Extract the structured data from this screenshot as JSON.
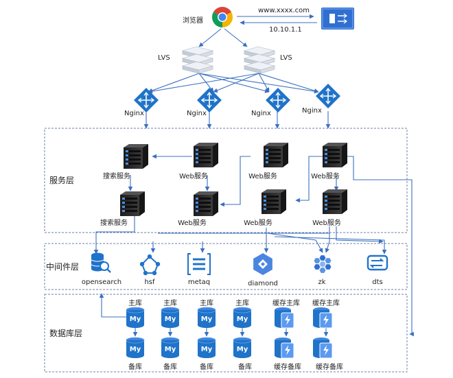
{
  "top": {
    "browser_label": "浏览器",
    "domain_label": "www.xxxx.com",
    "ip_label": "10.10.1.1"
  },
  "lvs": [
    "LVS",
    "LVS"
  ],
  "nginx": [
    "Nginx",
    "Nginx",
    "Nginx",
    "Nginx"
  ],
  "service_layer": {
    "title": "服务层",
    "servers": [
      "搜索服务",
      "Web服务",
      "Web服务",
      "Web服务",
      "搜索服务",
      "Web服务",
      "Web服务",
      "Web服务"
    ]
  },
  "middleware_layer": {
    "title": "中间件层",
    "items": [
      {
        "label": "opensearch",
        "icon": "opensearch-icon"
      },
      {
        "label": "hsf",
        "icon": "hsf-icon"
      },
      {
        "label": "metaq",
        "icon": "metaq-icon"
      },
      {
        "label": "diamond",
        "icon": "diamond-icon"
      },
      {
        "label": "zk",
        "icon": "zk-icon"
      },
      {
        "label": "dts",
        "icon": "dts-icon"
      }
    ]
  },
  "database_layer": {
    "title": "数据库层",
    "master": [
      "主库",
      "主库",
      "主库",
      "主库"
    ],
    "slave": [
      "备库",
      "备库",
      "备库",
      "备库"
    ],
    "cache_master": [
      "缓存主库",
      "缓存主库"
    ],
    "cache_slave": [
      "缓存备库",
      "缓存备库"
    ],
    "db_icon_text": "My"
  },
  "colors": {
    "line": "#3a6fc0",
    "dashed": "#6b7fa8",
    "router": "#1f73c9",
    "db": "#1f73c9",
    "server": "#2b2b2b"
  }
}
